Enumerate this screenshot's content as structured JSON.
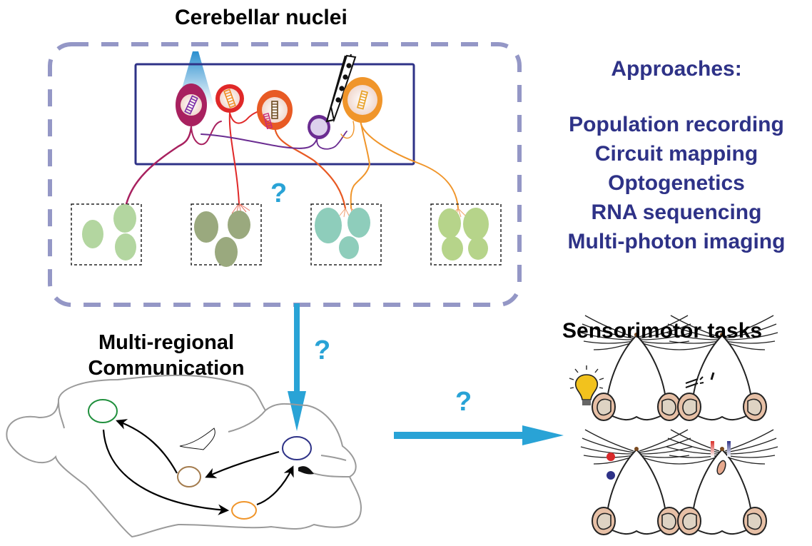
{
  "titles": {
    "cerebellar_nuclei": "Cerebellar nuclei",
    "approaches_heading": "Approaches:",
    "multi_regional_line1": "Multi-regional",
    "multi_regional_line2": "Communication",
    "sensorimotor_tasks": "Sensorimotor tasks"
  },
  "approaches": [
    "Population recording",
    "Circuit mapping",
    "Optogenetics",
    "RNA sequencing",
    "Multi-photon imaging"
  ],
  "question_marks": [
    "?",
    "?",
    "?"
  ],
  "colors": {
    "dashed_outline": "#9497c6",
    "inner_box": "#2e3287",
    "arrow": "#29a3d6",
    "approach_text": "#2e3287",
    "neuron_magenta": "#a8215f",
    "neuron_red": "#e02828",
    "neuron_orange_red": "#e85a24",
    "neuron_purple": "#6a2c91",
    "neuron_orange": "#f0952a",
    "target_light_green": "#b3d6a0",
    "target_olive": "#9aa97e",
    "target_teal": "#8ecdbb",
    "target_lime": "#b6d48a",
    "brain_region_green": "#1f8f3c",
    "brain_region_brown": "#a37b4d",
    "brain_region_orange": "#f0952a",
    "brain_region_navy": "#2e3287"
  },
  "neurons": [
    {
      "name": "neuron-magenta",
      "color": "#a8215f"
    },
    {
      "name": "neuron-red",
      "color": "#e02828"
    },
    {
      "name": "neuron-orange-red",
      "color": "#e85a24"
    },
    {
      "name": "neuron-purple",
      "color": "#6a2c91"
    },
    {
      "name": "neuron-orange",
      "color": "#f0952a"
    }
  ],
  "target_groups": [
    {
      "name": "target-group-1",
      "color": "#b3d6a0",
      "cells": 3
    },
    {
      "name": "target-group-2",
      "color": "#9aa97e",
      "cells": 3
    },
    {
      "name": "target-group-3",
      "color": "#8ecdbb",
      "cells": 3
    },
    {
      "name": "target-group-4",
      "color": "#b6d48a",
      "cells": 4
    }
  ],
  "brain_regions": [
    "green-region",
    "brown-region",
    "orange-region",
    "navy-region"
  ],
  "tasks": [
    {
      "name": "visual-cue-task",
      "stimulus": "light-bulb"
    },
    {
      "name": "air-puff-task",
      "stimulus": "air-puff"
    },
    {
      "name": "whisker-object-task",
      "stimulus": "red-blue-dots"
    },
    {
      "name": "licking-task",
      "stimulus": "red-blue-bars"
    }
  ]
}
